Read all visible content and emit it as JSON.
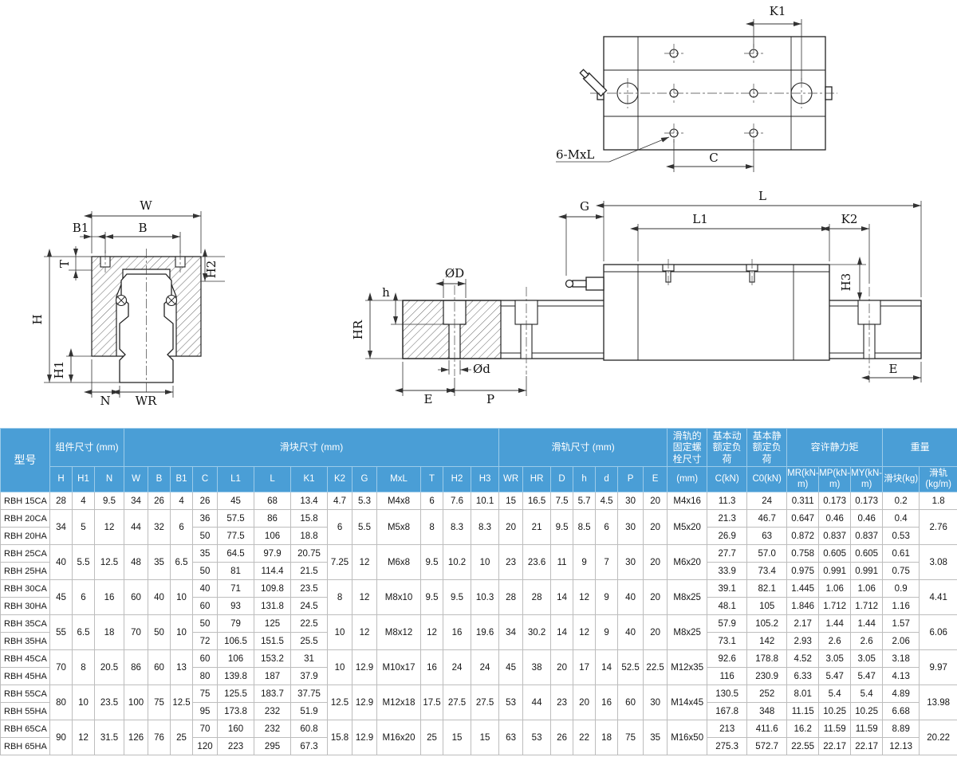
{
  "drawings": {
    "top_view": {
      "k1": "K1",
      "c": "C",
      "bolt_callout": "6-MxL"
    },
    "front_view": {
      "w": "W",
      "b1": "B1",
      "b": "B",
      "t": "T",
      "h2": "H2",
      "h": "H",
      "h1": "H1",
      "n": "N",
      "wr": "WR"
    },
    "side_view": {
      "g": "G",
      "l": "L",
      "l1": "L1",
      "k2": "K2",
      "h3": "H3",
      "dia_D": "ØD",
      "h_depth": "h",
      "hr": "HR",
      "dia_d": "Ød",
      "e_left": "E",
      "p": "P",
      "e_right": "E"
    }
  },
  "table": {
    "header": {
      "model": "型号",
      "group_comp": "组件尺寸 (mm)",
      "group_block": "滑块尺寸 (mm)",
      "group_rail": "滑轨尺寸 (mm)",
      "group_bolt": "滑轨的固定螺栓尺寸",
      "group_dyn": "基本动额定负荷",
      "group_stat": "基本静额定负荷",
      "group_moment": "容许静力矩",
      "group_weight": "重量",
      "sub": [
        "H",
        "H1",
        "N",
        "W",
        "B",
        "B1",
        "C",
        "L1",
        "L",
        "K1",
        "K2",
        "G",
        "MxL",
        "T",
        "H2",
        "H3",
        "WR",
        "HR",
        "D",
        "h",
        "d",
        "P",
        "E",
        "(mm)",
        "C(kN)",
        "C0(kN)",
        "MR(kN-m)",
        "MP(kN-m)",
        "MY(kN-m)",
        "滑块(kg)",
        "滑轨(kg/m)"
      ]
    },
    "groups": [
      {
        "comp": [
          "28",
          "4",
          "9.5"
        ],
        "wbb": [
          "34",
          "26",
          "4"
        ],
        "mid": [
          "4.7",
          "5.3",
          "M4x8",
          "6",
          "7.6",
          "10.1"
        ],
        "rail": [
          "15",
          "16.5",
          "7.5",
          "5.7",
          "4.5",
          "30",
          "20"
        ],
        "bolt": "M4x16",
        "rail_kg": "1.8",
        "rows": [
          {
            "model": "RBH 15CA",
            "dims": [
              "26",
              "45",
              "68",
              "13.4"
            ],
            "perf": [
              "11.3",
              "24",
              "0.311",
              "0.173",
              "0.173",
              "0.2"
            ]
          }
        ]
      },
      {
        "comp": [
          "34",
          "5",
          "12"
        ],
        "wbb": [
          "44",
          "32",
          "6"
        ],
        "mid": [
          "6",
          "5.5",
          "M5x8",
          "8",
          "8.3",
          "8.3"
        ],
        "rail": [
          "20",
          "21",
          "9.5",
          "8.5",
          "6",
          "30",
          "20"
        ],
        "bolt": "M5x20",
        "rail_kg": "2.76",
        "rows": [
          {
            "model": "RBH 20CA",
            "dims": [
              "36",
              "57.5",
              "86",
              "15.8"
            ],
            "perf": [
              "21.3",
              "46.7",
              "0.647",
              "0.46",
              "0.46",
              "0.4"
            ]
          },
          {
            "model": "RBH 20HA",
            "dims": [
              "50",
              "77.5",
              "106",
              "18.8"
            ],
            "perf": [
              "26.9",
              "63",
              "0.872",
              "0.837",
              "0.837",
              "0.53"
            ]
          }
        ]
      },
      {
        "comp": [
          "40",
          "5.5",
          "12.5"
        ],
        "wbb": [
          "48",
          "35",
          "6.5"
        ],
        "mid": [
          "7.25",
          "12",
          "M6x8",
          "9.5",
          "10.2",
          "10"
        ],
        "rail": [
          "23",
          "23.6",
          "11",
          "9",
          "7",
          "30",
          "20"
        ],
        "bolt": "M6x20",
        "rail_kg": "3.08",
        "rows": [
          {
            "model": "RBH 25CA",
            "dims": [
              "35",
              "64.5",
              "97.9",
              "20.75"
            ],
            "perf": [
              "27.7",
              "57.0",
              "0.758",
              "0.605",
              "0.605",
              "0.61"
            ]
          },
          {
            "model": "RBH 25HA",
            "dims": [
              "50",
              "81",
              "114.4",
              "21.5"
            ],
            "perf": [
              "33.9",
              "73.4",
              "0.975",
              "0.991",
              "0.991",
              "0.75"
            ]
          }
        ]
      },
      {
        "comp": [
          "45",
          "6",
          "16"
        ],
        "wbb": [
          "60",
          "40",
          "10"
        ],
        "mid": [
          "8",
          "12",
          "M8x10",
          "9.5",
          "9.5",
          "10.3"
        ],
        "rail": [
          "28",
          "28",
          "14",
          "12",
          "9",
          "40",
          "20"
        ],
        "bolt": "M8x25",
        "rail_kg": "4.41",
        "rows": [
          {
            "model": "RBH 30CA",
            "dims": [
              "40",
              "71",
              "109.8",
              "23.5"
            ],
            "perf": [
              "39.1",
              "82.1",
              "1.445",
              "1.06",
              "1.06",
              "0.9"
            ]
          },
          {
            "model": "RBH 30HA",
            "dims": [
              "60",
              "93",
              "131.8",
              "24.5"
            ],
            "perf": [
              "48.1",
              "105",
              "1.846",
              "1.712",
              "1.712",
              "1.16"
            ]
          }
        ]
      },
      {
        "comp": [
          "55",
          "6.5",
          "18"
        ],
        "wbb": [
          "70",
          "50",
          "10"
        ],
        "mid": [
          "10",
          "12",
          "M8x12",
          "12",
          "16",
          "19.6"
        ],
        "rail": [
          "34",
          "30.2",
          "14",
          "12",
          "9",
          "40",
          "20"
        ],
        "bolt": "M8x25",
        "rail_kg": "6.06",
        "rows": [
          {
            "model": "RBH 35CA",
            "dims": [
              "50",
              "79",
              "125",
              "22.5"
            ],
            "perf": [
              "57.9",
              "105.2",
              "2.17",
              "1.44",
              "1.44",
              "1.57"
            ]
          },
          {
            "model": "RBH 35HA",
            "dims": [
              "72",
              "106.5",
              "151.5",
              "25.5"
            ],
            "perf": [
              "73.1",
              "142",
              "2.93",
              "2.6",
              "2.6",
              "2.06"
            ]
          }
        ]
      },
      {
        "comp": [
          "70",
          "8",
          "20.5"
        ],
        "wbb": [
          "86",
          "60",
          "13"
        ],
        "mid": [
          "10",
          "12.9",
          "M10x17",
          "16",
          "24",
          "24"
        ],
        "rail": [
          "45",
          "38",
          "20",
          "17",
          "14",
          "52.5",
          "22.5"
        ],
        "bolt": "M12x35",
        "rail_kg": "9.97",
        "rows": [
          {
            "model": "RBH 45CA",
            "dims": [
              "60",
              "106",
              "153.2",
              "31"
            ],
            "perf": [
              "92.6",
              "178.8",
              "4.52",
              "3.05",
              "3.05",
              "3.18"
            ]
          },
          {
            "model": "RBH 45HA",
            "dims": [
              "80",
              "139.8",
              "187",
              "37.9"
            ],
            "perf": [
              "116",
              "230.9",
              "6.33",
              "5.47",
              "5.47",
              "4.13"
            ]
          }
        ]
      },
      {
        "comp": [
          "80",
          "10",
          "23.5"
        ],
        "wbb": [
          "100",
          "75",
          "12.5"
        ],
        "mid": [
          "12.5",
          "12.9",
          "M12x18",
          "17.5",
          "27.5",
          "27.5"
        ],
        "rail": [
          "53",
          "44",
          "23",
          "20",
          "16",
          "60",
          "30"
        ],
        "bolt": "M14x45",
        "rail_kg": "13.98",
        "rows": [
          {
            "model": "RBH 55CA",
            "dims": [
              "75",
              "125.5",
              "183.7",
              "37.75"
            ],
            "perf": [
              "130.5",
              "252",
              "8.01",
              "5.4",
              "5.4",
              "4.89"
            ]
          },
          {
            "model": "RBH 55HA",
            "dims": [
              "95",
              "173.8",
              "232",
              "51.9"
            ],
            "perf": [
              "167.8",
              "348",
              "11.15",
              "10.25",
              "10.25",
              "6.68"
            ]
          }
        ]
      },
      {
        "comp": [
          "90",
          "12",
          "31.5"
        ],
        "wbb": [
          "126",
          "76",
          "25"
        ],
        "mid": [
          "15.8",
          "12.9",
          "M16x20",
          "25",
          "15",
          "15"
        ],
        "rail": [
          "63",
          "53",
          "26",
          "22",
          "18",
          "75",
          "35"
        ],
        "bolt": "M16x50",
        "rail_kg": "20.22",
        "rows": [
          {
            "model": "RBH 65CA",
            "dims": [
              "70",
              "160",
              "232",
              "60.8"
            ],
            "perf": [
              "213",
              "411.6",
              "16.2",
              "11.59",
              "11.59",
              "8.89"
            ]
          },
          {
            "model": "RBH 65HA",
            "dims": [
              "120",
              "223",
              "295",
              "67.3"
            ],
            "perf": [
              "275.3",
              "572.7",
              "22.55",
              "22.17",
              "22.17",
              "12.13"
            ]
          }
        ]
      }
    ]
  }
}
